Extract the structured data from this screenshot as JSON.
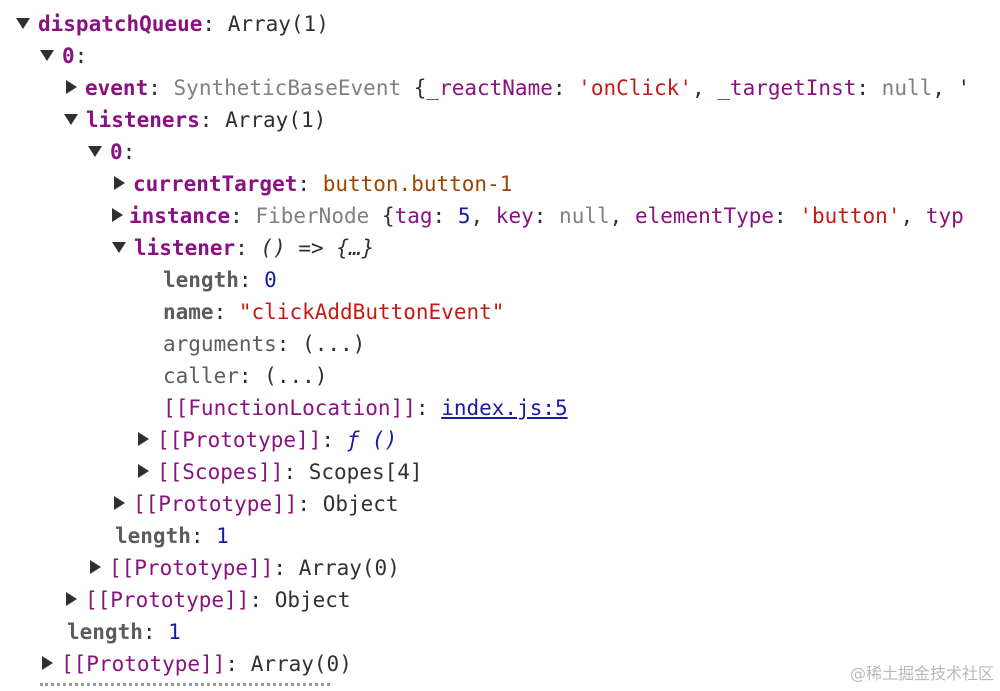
{
  "rows": {
    "dispatchQueue": {
      "key": "dispatchQueue",
      "colon": ":",
      "value": "Array(1)"
    },
    "idx0": {
      "key": "0",
      "colon": ":"
    },
    "event": {
      "key": "event",
      "colon": ":",
      "type": "SyntheticBaseEvent",
      "open": "{",
      "k1": "_reactName",
      "c1": ":",
      "v1": "'onClick'",
      "sep": ",",
      "k2": "_targetInst",
      "c2": ":",
      "v2": "null",
      "more": ", '"
    },
    "listeners": {
      "key": "listeners",
      "colon": ":",
      "value": "Array(1)"
    },
    "l0": {
      "key": "0",
      "colon": ":"
    },
    "currentTarget": {
      "key": "currentTarget",
      "colon": ":",
      "value": "button.button-1"
    },
    "instance": {
      "key": "instance",
      "colon": ":",
      "type": "FiberNode",
      "open": "{",
      "k1": "tag",
      "c1": ":",
      "v1": "5",
      "sep1": ",",
      "k2": "key",
      "c2": ":",
      "v2": "null",
      "sep2": ",",
      "k3": "elementType",
      "c3": ":",
      "v3": "'button'",
      "sep3": ",",
      "k4": "typ"
    },
    "listener": {
      "key": "listener",
      "colon": ":",
      "value": "() => {…}"
    },
    "length0": {
      "key": "length",
      "colon": ":",
      "value": "0"
    },
    "name": {
      "key": "name",
      "colon": ":",
      "value": "\"clickAddButtonEvent\""
    },
    "arguments": {
      "key": "arguments",
      "colon": ":",
      "value": "(...)"
    },
    "caller": {
      "key": "caller",
      "colon": ":",
      "value": "(...)"
    },
    "functionLocation": {
      "key": "[[FunctionLocation]]",
      "colon": ":",
      "value": "index.js:5"
    },
    "protoF": {
      "key": "[[Prototype]]",
      "colon": ":",
      "value": "ƒ ()"
    },
    "scopes": {
      "key": "[[Scopes]]",
      "colon": ":",
      "value": "Scopes[4]"
    },
    "protoObj1": {
      "key": "[[Prototype]]",
      "colon": ":",
      "value": "Object"
    },
    "length1a": {
      "key": "length",
      "colon": ":",
      "value": "1"
    },
    "protoArr1": {
      "key": "[[Prototype]]",
      "colon": ":",
      "value": "Array(0)"
    },
    "protoObj2": {
      "key": "[[Prototype]]",
      "colon": ":",
      "value": "Object"
    },
    "length1b": {
      "key": "length",
      "colon": ":",
      "value": "1"
    },
    "protoArr2": {
      "key": "[[Prototype]]",
      "colon": ":",
      "value": "Array(0)"
    }
  },
  "watermark": "@稀土掘金技术社区",
  "icons": {
    "expanded": "triangle-down-icon",
    "collapsed": "triangle-right-icon"
  },
  "colors": {
    "key": "#881280",
    "string": "#c41a16",
    "number": "#1a1aa6",
    "null": "#808080",
    "className": "#994500",
    "link": "#1a1aa6"
  }
}
